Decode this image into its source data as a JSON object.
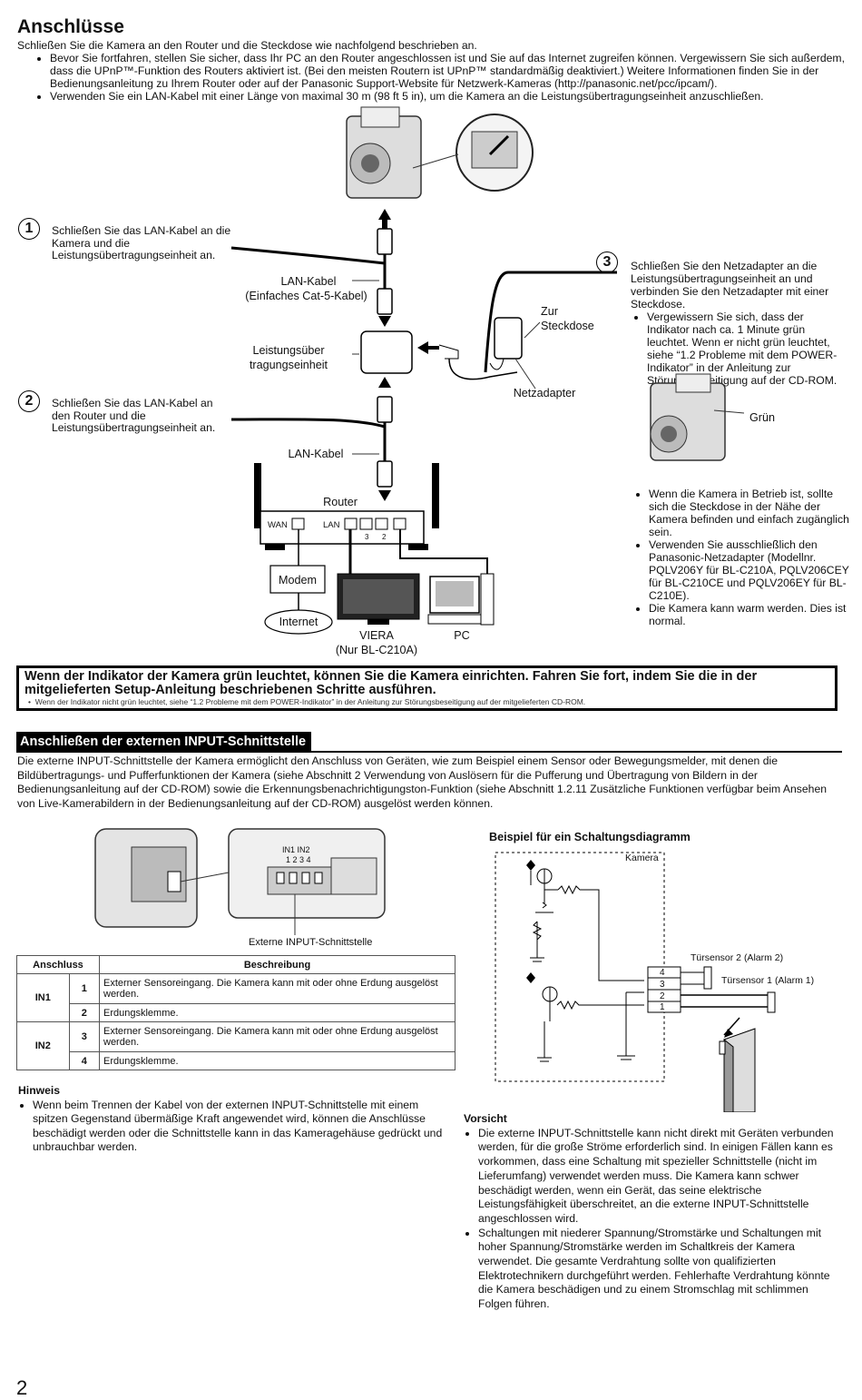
{
  "title": "Anschlüsse",
  "intro": {
    "lead": "Schließen Sie die Kamera an den Router und die Steckdose wie nachfolgend beschrieben an.",
    "bullets": [
      "Bevor Sie fortfahren, stellen Sie sicher, dass Ihr PC an den Router angeschlossen ist und Sie auf das Internet zugreifen können. Vergewissern Sie sich außerdem, dass die UPnP™-Funktion des Routers aktiviert ist. (Bei den meisten Routern ist UPnP™ standardmäßig deaktiviert.) Weitere Informationen finden Sie in der Bedienungsanleitung zu Ihrem Router oder auf der Panasonic Support-Website für Netzwerk-Kameras (http://panasonic.net/pcc/ipcam/).",
      "Verwenden Sie ein LAN-Kabel mit einer Länge von maximal 30 m (98 ft 5 in), um die Kamera an die Leistungsübertragungseinheit anzuschließen."
    ]
  },
  "steps": {
    "s1": {
      "num": "1",
      "text": "Schließen Sie das LAN-Kabel an die Kamera und die Leistungsübertragungseinheit an."
    },
    "s2": {
      "num": "2",
      "text": "Schließen Sie das LAN-Kabel an den Router und die Leistungsübertragungseinheit an."
    },
    "s3": {
      "num": "3",
      "text": "Schließen Sie den Netzadapter an die Leistungsübertragungseinheit an und verbinden Sie den Netzadapter mit einer Steckdose.",
      "bullet": "Vergewissern Sie sich, dass der Indikator nach ca. 1 Minute grün leuchtet. Wenn er nicht grün leuchtet, siehe “1.2 Probleme mit dem POWER-Indikator” in der Anleitung zur Störungsbeseitigung auf der CD-ROM."
    }
  },
  "diagram_labels": {
    "lan_cable_1": "LAN-Kabel",
    "lan_cable_1_sub": "(Einfaches Cat-5-Kabel)",
    "power_unit": "Leistungsüber tragungseinheit",
    "lan_cable_2": "LAN-Kabel",
    "router": "Router",
    "wan": "WAN",
    "lan": "LAN",
    "port3": "3",
    "port2": "2",
    "modem": "Modem",
    "internet": "Internet",
    "viera": "VIERA",
    "viera_sub": "(Nur BL-C210A)",
    "pc": "PC",
    "outlet": "Zur Steckdose",
    "adapter": "Netzadapter",
    "green": "Grün"
  },
  "right_notes": [
    "Wenn die Kamera in Betrieb ist, sollte sich die Steckdose in der Nähe der Kamera befinden und einfach zugänglich sein.",
    "Verwenden Sie ausschließlich den Panasonic-Netzadapter (Modellnr. PQLV206Y für BL-C210A, PQLV206CEY für BL-C210CE und PQLV206EY für BL-C210E).",
    "Die Kamera kann warm werden. Dies ist normal."
  ],
  "warning_box": {
    "main": "Wenn der Indikator der Kamera grün leuchtet, können Sie die Kamera einrichten. Fahren Sie fort, indem Sie die in der mitgelieferten Setup-Anleitung beschriebenen Schritte ausführen.",
    "note": "Wenn der Indikator nicht grün leuchtet, siehe “1.2 Probleme mit dem POWER-Indikator” in der Anleitung zur Störungsbeseitigung auf der mitgelieferten CD-ROM."
  },
  "section2": {
    "title": "Anschließen der externen INPUT-Schnittstelle",
    "text": "Die externe INPUT-Schnittstelle der Kamera ermöglicht den Anschluss von Geräten, wie zum Beispiel einem Sensor oder Bewegungsmelder, mit denen die Bildübertragungs- und Pufferfunktionen der Kamera (siehe Abschnitt 2 Verwendung von Auslösern für die Pufferung und Übertragung von Bildern in der Bedienungsanleitung auf der CD-ROM) sowie die Erkennungsbenachrichtigungston-Funktion (siehe Abschnitt 1.2.11 Zusätzliche Funktionen verfügbar beim Ansehen von Live-Kamerabildern in der Bedienungsanleitung auf der CD-ROM) ausgelöst werden können."
  },
  "input_figure": {
    "caption": "Externe INPUT-Schnittstelle",
    "in_label": "IN1 IN2",
    "pins": "1 2 3 4"
  },
  "table": {
    "headers": [
      "Anschluss",
      "Beschreibung"
    ],
    "groups": [
      {
        "name": "IN1",
        "rows": [
          {
            "pin": "1",
            "desc": "Externer Sensoreingang. Die Kamera kann mit oder ohne Erdung ausgelöst werden."
          },
          {
            "pin": "2",
            "desc": "Erdungsklemme."
          }
        ]
      },
      {
        "name": "IN2",
        "rows": [
          {
            "pin": "3",
            "desc": "Externer Sensoreingang. Die Kamera kann mit oder ohne Erdung ausgelöst werden."
          },
          {
            "pin": "4",
            "desc": "Erdungsklemme."
          }
        ]
      }
    ]
  },
  "circuit": {
    "title": "Beispiel für ein Schaltungsdiagramm",
    "camera": "Kamera",
    "sensor2": "Türsensor 2 (Alarm 2)",
    "sensor1": "Türsensor 1 (Alarm 1)",
    "t4": "4",
    "t3": "3",
    "t2": "2",
    "t1": "1"
  },
  "hinweis": {
    "title": "Hinweis",
    "bullet": "Wenn beim Trennen der Kabel von der externen INPUT-Schnittstelle mit einem spitzen Gegenstand übermäßige Kraft angewendet wird, können die Anschlüsse beschädigt werden oder die Schnittstelle kann in das Kameragehäuse gedrückt und unbrauchbar werden."
  },
  "vorsicht": {
    "title": "Vorsicht",
    "bullets": [
      "Die externe INPUT-Schnittstelle kann nicht direkt mit Geräten verbunden werden, für die große Ströme erforderlich sind. In einigen Fällen kann es vorkommen, dass eine Schaltung mit spezieller Schnittstelle (nicht im Lieferumfang) verwendet werden muss. Die Kamera kann schwer beschädigt werden, wenn ein Gerät, das seine elektrische Leistungsfähigkeit überschreitet, an die externe INPUT-Schnittstelle angeschlossen wird.",
      "Schaltungen mit niederer Spannung/Stromstärke und Schaltungen mit hoher Spannung/Stromstärke werden im Schaltkreis der Kamera verwendet. Die gesamte Verdrahtung sollte von qualifizierten Elektrotechnikern durchgeführt werden. Fehlerhafte Verdrahtung könnte die Kamera beschädigen und zu einem Stromschlag mit schlimmen Folgen führen."
    ]
  },
  "page_number": "2"
}
